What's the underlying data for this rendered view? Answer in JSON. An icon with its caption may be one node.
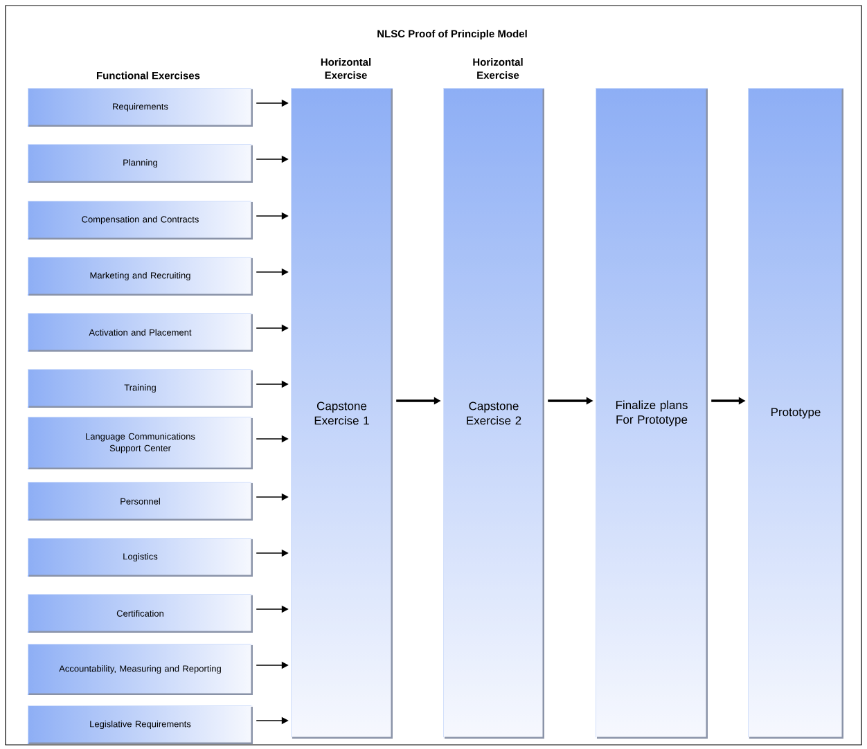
{
  "diagram": {
    "title": "NLSC Proof of Principle Model",
    "nodes": [
      {
        "text": [
          "Requirements"
        ]
      },
      {
        "text": [
          "Planning"
        ]
      },
      {
        "text": [
          "Compensation and Contracts"
        ]
      },
      {
        "text": [
          "Marketing and Recruiting"
        ]
      },
      {
        "text": [
          "Activation and Placement"
        ]
      },
      {
        "text": [
          "Training"
        ]
      },
      {
        "text": [
          "Language Communications Support Center"
        ]
      },
      {
        "text": [
          "Personnel"
        ]
      },
      {
        "text": [
          "Logistics"
        ]
      },
      {
        "text": [
          "Certification"
        ]
      },
      {
        "text": [
          "Accountability, Measuring and Reporting"
        ]
      },
      {
        "text": [
          "Legislative Requirements"
        ]
      },
      {
        "text": [
          "Horizontal Exercise",
          "Capstone Exercise 1"
        ]
      },
      {
        "text": [
          "Horizontal Exercise",
          "Capstone Exercise 2"
        ]
      },
      {
        "text": [
          "Finalize plans For Prototype"
        ]
      },
      {
        "text": [
          "Prototype"
        ]
      }
    ],
    "edges": [
      {
        "from": 0,
        "to": 12,
        "arrow": "to"
      },
      {
        "from": 1,
        "to": 12,
        "arrow": "to"
      },
      {
        "from": 2,
        "to": 12,
        "arrow": "to"
      },
      {
        "from": 3,
        "to": 12,
        "arrow": "to"
      },
      {
        "from": 4,
        "to": 12,
        "arrow": "to"
      },
      {
        "from": 5,
        "to": 12,
        "arrow": "to"
      },
      {
        "from": 6,
        "to": 12,
        "arrow": "to"
      },
      {
        "from": 7,
        "to": 12,
        "arrow": "to"
      },
      {
        "from": 8,
        "to": 12,
        "arrow": "to"
      },
      {
        "from": 9,
        "to": 12,
        "arrow": "to"
      },
      {
        "from": 10,
        "to": 12,
        "arrow": "to"
      },
      {
        "from": 11,
        "to": 12,
        "arrow": "to"
      },
      {
        "from": 12,
        "to": 13,
        "arrow": "to",
        "style": "thick"
      },
      {
        "from": 13,
        "to": 14,
        "arrow": "to",
        "style": "thick"
      },
      {
        "from": 14,
        "to": 15,
        "arrow": "to",
        "style": "thick"
      }
    ],
    "labels": [
      "Functional Exercises"
    ]
  }
}
